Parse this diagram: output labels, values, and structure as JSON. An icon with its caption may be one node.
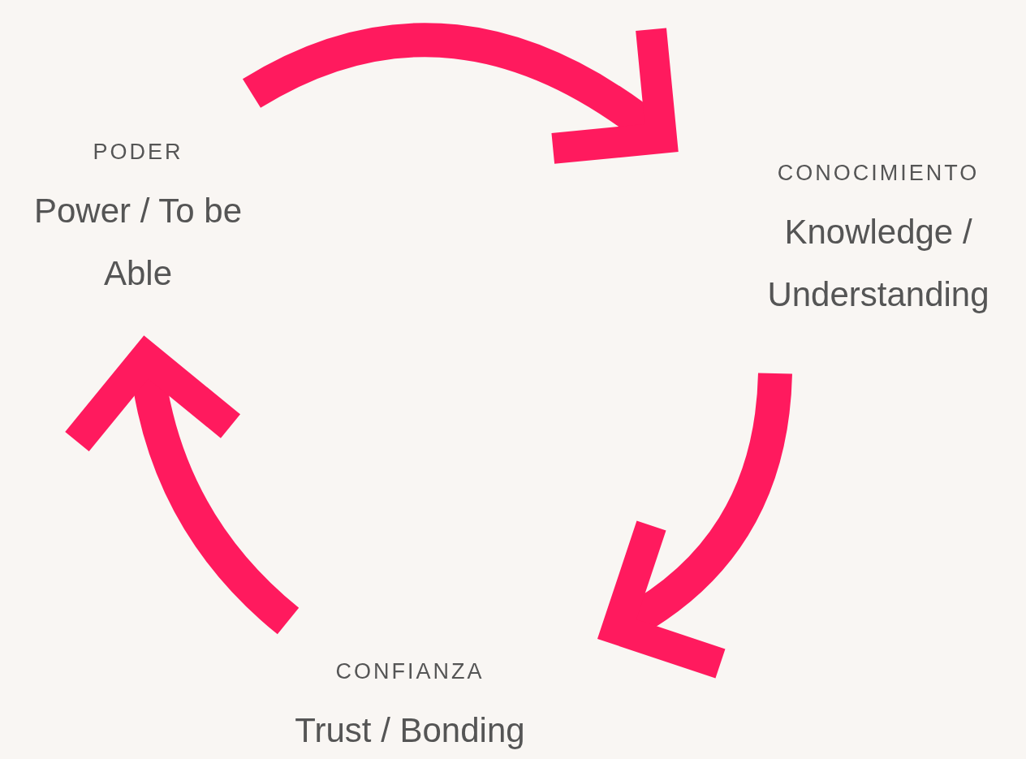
{
  "diagram": {
    "nodes": [
      {
        "text": [
          "PODER",
          "Power / To be Able"
        ]
      },
      {
        "text": [
          "CONOCIMIENTO",
          "Knowledge / Understanding"
        ]
      },
      {
        "text": [
          "CONFIANZA",
          "Trust / Bonding"
        ]
      }
    ],
    "edges": [
      {
        "from": 0,
        "to": 1,
        "arrow": "to"
      },
      {
        "from": 1,
        "to": 2,
        "arrow": "to"
      },
      {
        "from": 2,
        "to": 0,
        "arrow": "to"
      }
    ]
  }
}
